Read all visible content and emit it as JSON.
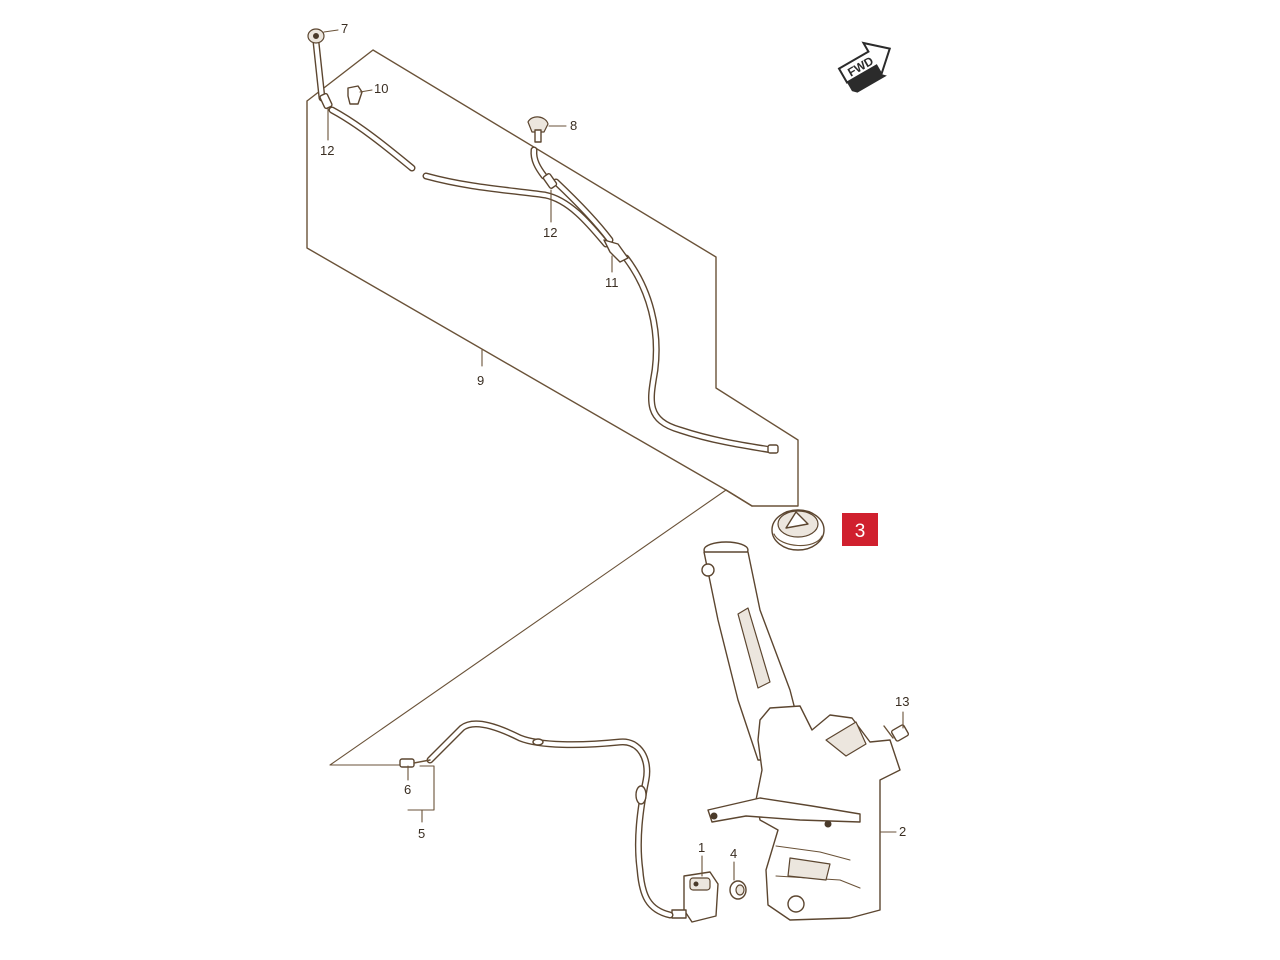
{
  "diagram": {
    "direction_badge": {
      "label": "FWD",
      "icon": "forward-arrow-icon"
    },
    "highlighted_part": {
      "label": "3",
      "color": "#d0202e"
    },
    "callouts": {
      "c1": "1",
      "c2": "2",
      "c4": "4",
      "c5": "5",
      "c6": "6",
      "c7": "7",
      "c8": "8",
      "c9": "9",
      "c10": "10",
      "c11": "11",
      "c12a": "12",
      "c12b": "12",
      "c13": "13"
    },
    "colors": {
      "line": "#6a5238",
      "highlight": "#d0202e",
      "background": "#ffffff"
    }
  }
}
